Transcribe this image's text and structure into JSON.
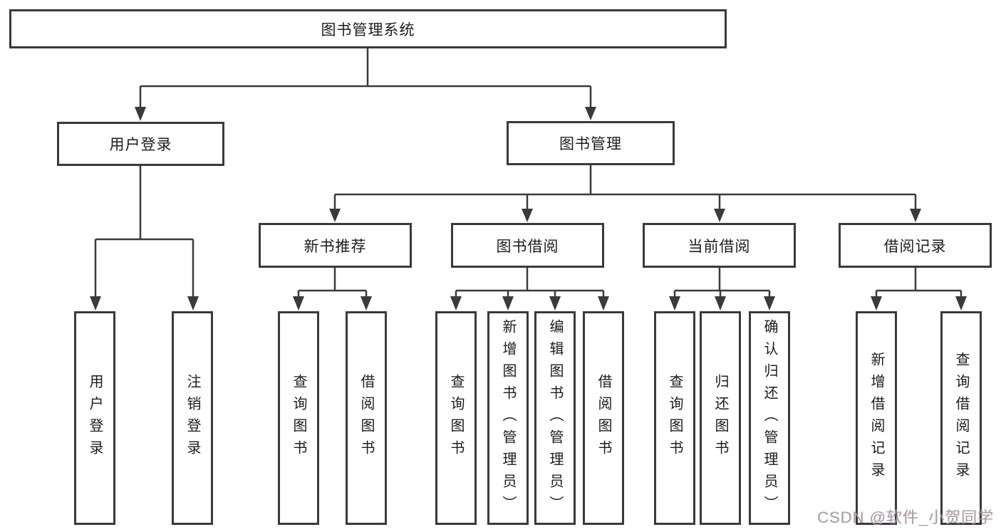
{
  "diagram_type": "hierarchy-structure-chart",
  "tree": {
    "root": {
      "label": "图书管理系统",
      "children": [
        {
          "label": "用户登录",
          "children": [
            {
              "label": "用户登录"
            },
            {
              "label": "注销登录"
            }
          ]
        },
        {
          "label": "图书管理",
          "children": [
            {
              "label": "新书推荐",
              "children": [
                {
                  "label": "查询图书"
                },
                {
                  "label": "借阅图书"
                }
              ]
            },
            {
              "label": "图书借阅",
              "children": [
                {
                  "label": "查询图书"
                },
                {
                  "label": "新增图书（管理员）"
                },
                {
                  "label": "编辑图书（管理员）"
                },
                {
                  "label": "借阅图书"
                }
              ]
            },
            {
              "label": "当前借阅",
              "children": [
                {
                  "label": "查询图书"
                },
                {
                  "label": "归还图书"
                },
                {
                  "label": "确认归还（管理员）"
                }
              ]
            },
            {
              "label": "借阅记录",
              "children": [
                {
                  "label": "新增借阅记录"
                },
                {
                  "label": "查询借阅记录"
                }
              ]
            }
          ]
        }
      ]
    }
  },
  "watermark": {
    "text": "CSDN @软件_小贺同学"
  },
  "colors": {
    "line": "#3a3a3a",
    "box_border": "#3a3a3a",
    "box_background": "#ffffff",
    "text": "#1c1c1c",
    "watermark_text": "#9e9ba1"
  }
}
